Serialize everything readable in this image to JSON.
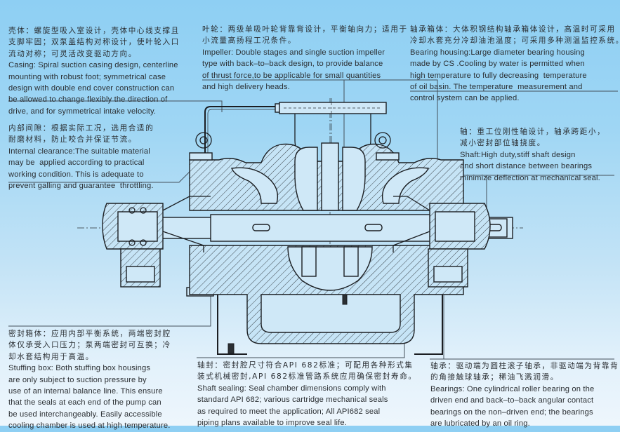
{
  "diagram": {
    "subject": "Two-stage back-to-back impeller centrifugal pump cross-section",
    "callouts": {
      "casing": {
        "zh": [
          "壳体：螺旋型吸入室设计，壳体中心线支撑且",
          "支脚牢固；双泵盖结构对称设计，使叶轮入口",
          "流动对称；可灵活改变驱动方向。"
        ],
        "en": [
          "Casing: Spiral suction casing design, centerline",
          "mounting with robust foot; symmetrical case",
          "design with double end cover construction can",
          "be allowed to change flexibly the direction of",
          "drive, and for symmetrical intake velocity."
        ]
      },
      "impeller": {
        "zh": [
          "叶轮：两级单吸叶轮背靠背设计，平衡轴向力；适用于",
          "小流量高扬程工况条件。"
        ],
        "en": [
          "Impeller: Double stages and single suction impeller",
          "type with back–to–back design, to provide balance",
          "of thrust force,to be applicable for small quantities",
          "and high delivery heads."
        ]
      },
      "bearing_housing": {
        "zh": [
          "轴承箱体：大体积钢结构轴承箱体设计，高温时可采用",
          "冷却水套充分冷却油池温度；可采用多种测温监控系统。"
        ],
        "en": [
          "Bearing housing:Large diameter bearing housing",
          "made by CS .Cooling by water is permitted when",
          "high temperature to fully decreasing  temperature",
          "of oil basin. The temperature  measurement and",
          "control system can be applied."
        ]
      },
      "internal_clearance": {
        "zh": [
          "内部间隙：根据实际工况，选用合适的",
          "耐磨材料，防止咬合并保证节流。"
        ],
        "en": [
          "Internal clearance:The suitable material",
          "may be  applied according to practical",
          "working condition. This is adequate to",
          "prevent galling and guarantee  throttling."
        ]
      },
      "shaft": {
        "zh": [
          "轴：重工位刚性轴设计，轴承跨距小，",
          "减小密封部位轴挠度。"
        ],
        "en": [
          "Shaft:High duty,stiff shaft design",
          "and short distance between bearings",
          "minimize deflection at mechanical seal."
        ]
      },
      "stuffing_box": {
        "zh": [
          "密封箱体：应用内部平衡系统，两端密封腔",
          "体仅承受入口压力；泵两端密封可互换；冷",
          "却水套结构用于高温。"
        ],
        "en": [
          "Stuffing box: Both stuffing box housings",
          "are only subject to suction pressure by",
          "use of an internal balance line. This ensure",
          "that the seals at each end of the pump can",
          "be used interchangeably. Easily accessible",
          "cooling chamber is used at high temperature."
        ]
      },
      "shaft_sealing": {
        "zh": [
          "轴封：密封腔尺寸符合API 682标准；可配用各种形式集",
          "装式机械密封,API 682标准管路系统应用确保密封寿命。"
        ],
        "en": [
          "Shaft sealing: Seal chamber dimensions comply with",
          "standard API 682; various cartridge mechanical seals",
          "as required to meet the application; All API682 seal",
          "piping plans available to improve seal life."
        ]
      },
      "bearings": {
        "zh": [
          "轴承：驱动端为圆柱滚子轴承，非驱动端为背靠背",
          "的角接触球轴承；稀油飞溅润滑。"
        ],
        "en": [
          "Bearings: One cylindrical roller bearing on the",
          "driven end and back–to–back angular contact",
          "bearings on the non–driven end; the bearings",
          "are lubricated by an oil ring."
        ]
      }
    },
    "colors": {
      "background_top": "#8ecff3",
      "background_bottom": "#eef6fc",
      "line": "#1b1e22",
      "text": "#2b2f33"
    }
  }
}
